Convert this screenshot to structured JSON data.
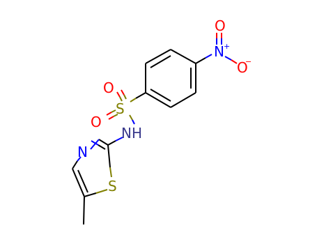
{
  "molecule": {
    "colors": {
      "carbon_bond": "#000000",
      "oxygen": "#ff0000",
      "nitrogen": "#0000ff",
      "sulfur": "#808000",
      "nh_text": "#3a3a8c"
    },
    "atoms": {
      "nitro_o_top": {
        "symbol": "O",
        "charge": ""
      },
      "nitro_n": {
        "symbol": "N",
        "charge": "+"
      },
      "nitro_o_right": {
        "symbol": "O",
        "charge": "−"
      },
      "sulfonyl_o_top": {
        "symbol": "O"
      },
      "sulfonyl_s": {
        "symbol": "S"
      },
      "sulfonyl_o_left": {
        "symbol": "O"
      },
      "amide_nh": {
        "symbol": "NH"
      },
      "thiazole_n": {
        "symbol": "N"
      },
      "thiazole_s": {
        "symbol": "S"
      }
    }
  }
}
